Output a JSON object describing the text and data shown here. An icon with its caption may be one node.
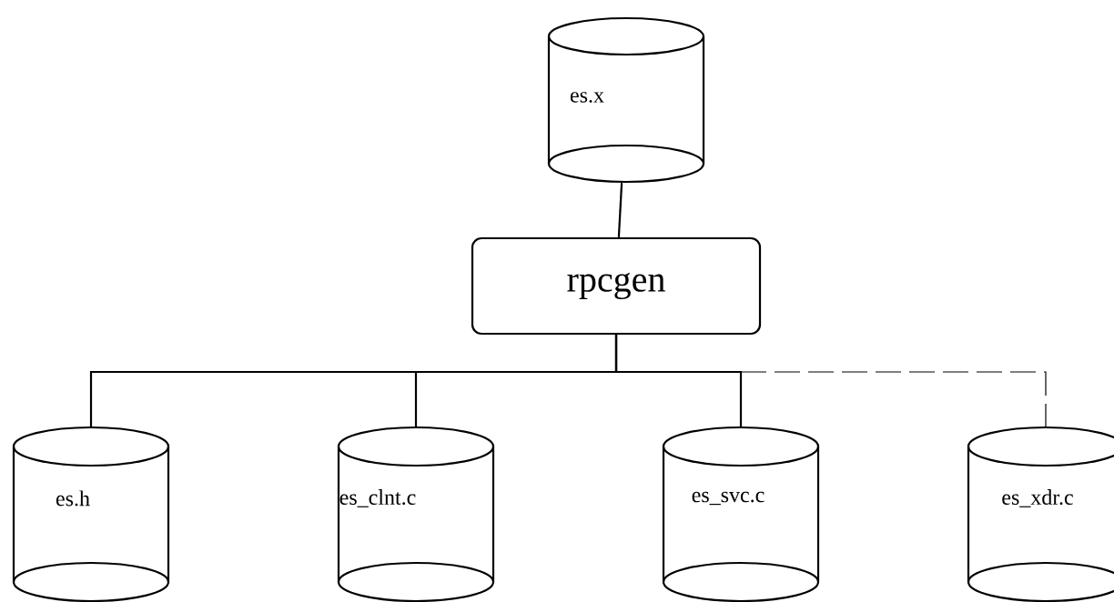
{
  "diagram": {
    "nodes": [
      {
        "text": [
          "es.x"
        ]
      },
      {
        "text": [
          "rpcgen"
        ]
      },
      {
        "text": [
          "es.h"
        ]
      },
      {
        "text": [
          "es_clnt.c"
        ]
      },
      {
        "text": [
          "es_svc.c"
        ]
      },
      {
        "text": [
          "es_xdr.c"
        ]
      }
    ],
    "edges": [
      {
        "from": 0,
        "to": 1,
        "arrow": "none"
      },
      {
        "from": 1,
        "to": 2,
        "arrow": "none"
      },
      {
        "from": 1,
        "to": 3,
        "arrow": "none"
      },
      {
        "from": 1,
        "to": 4,
        "arrow": "none"
      },
      {
        "from": 1,
        "to": 5,
        "arrow": "none",
        "style": "dashed"
      }
    ]
  }
}
